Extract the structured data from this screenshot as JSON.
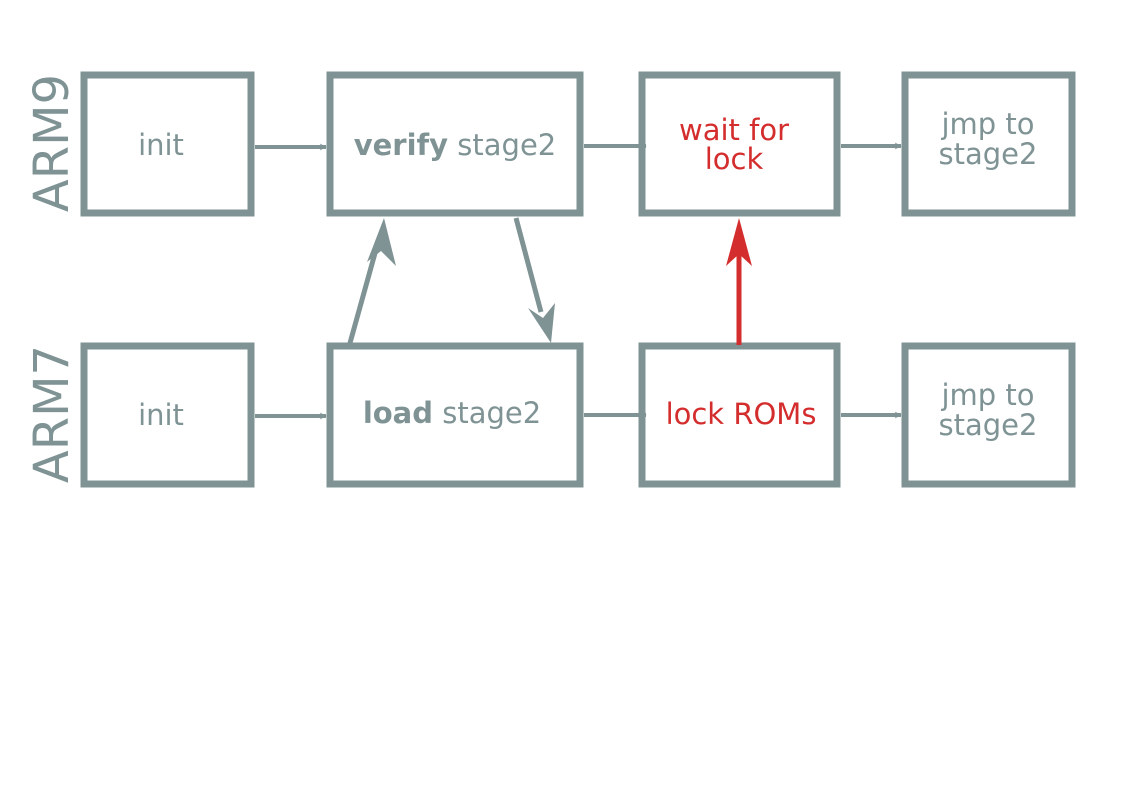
{
  "rows": {
    "arm9": "ARM9",
    "arm7": "ARM7"
  },
  "arm9": {
    "init": "init",
    "verify_bold": "verify",
    "verify_rest": " stage2",
    "wait_line1": "wait for",
    "wait_line2": "lock",
    "jmp_line1": "jmp to",
    "jmp_line2": "stage2"
  },
  "arm7": {
    "init": "init",
    "load_bold": "load",
    "load_rest": " stage2",
    "lock": "lock ROMs",
    "jmp_line1": "jmp to",
    "jmp_line2": "stage2"
  },
  "colors": {
    "gray": "#7f9395",
    "red": "#d42d2d"
  }
}
